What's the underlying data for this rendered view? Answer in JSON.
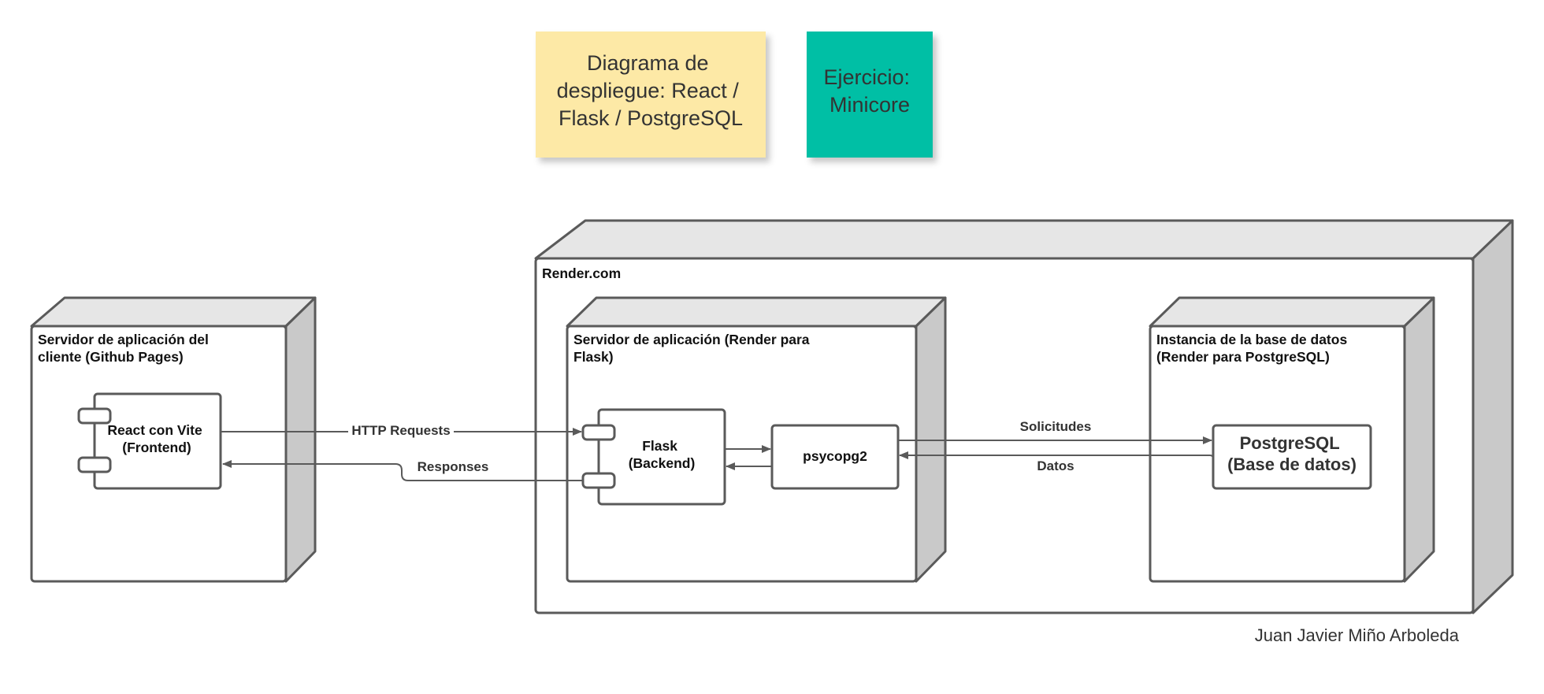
{
  "notes": {
    "title": {
      "lines": [
        "Diagrama de",
        "despliegue: React /",
        "Flask / PostgreSQL"
      ],
      "color": "#fde9a6"
    },
    "exercise": {
      "lines": [
        "Ejercicio:",
        "Minicore"
      ],
      "color": "#00bfa5"
    }
  },
  "nodes": {
    "render": {
      "label": "Render.com"
    },
    "client": {
      "label_lines": [
        "Servidor de aplicación del",
        "cliente (Github Pages)"
      ]
    },
    "app_server": {
      "label_lines": [
        "Servidor de aplicación (Render para",
        "Flask)"
      ]
    },
    "db_instance": {
      "label_lines": [
        "Instancia de la base de datos",
        "(Render para PostgreSQL)"
      ]
    }
  },
  "components": {
    "react": {
      "lines": [
        "React con Vite",
        "(Frontend)"
      ]
    },
    "flask": {
      "lines": [
        "Flask",
        "(Backend)"
      ]
    },
    "psycopg2": {
      "label": "psycopg2"
    },
    "postgres": {
      "lines": [
        "PostgreSQL",
        "(Base de datos)"
      ]
    }
  },
  "edges": {
    "http_requests": "HTTP Requests",
    "responses": "Responses",
    "solicitudes": "Solicitudes",
    "datos": "Datos"
  },
  "author": "Juan Javier Miño Arboleda",
  "colors": {
    "stroke": "#5a5a5a",
    "node_top": "#e6e6e6",
    "node_side": "#c9c9c9"
  }
}
